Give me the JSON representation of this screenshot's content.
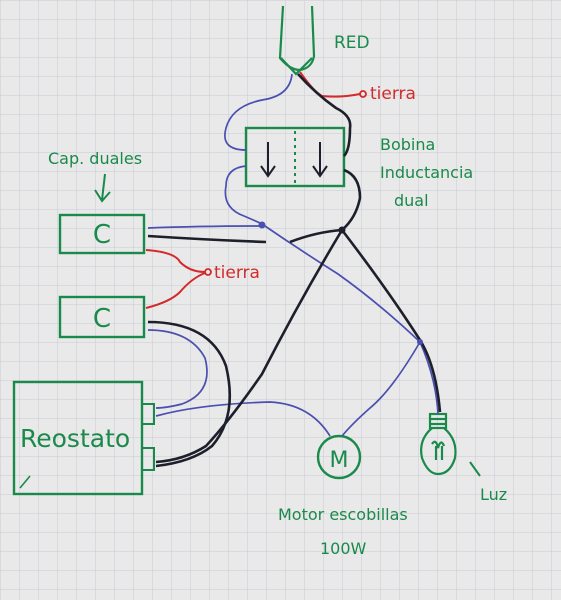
{
  "labels": {
    "red": "RED",
    "tierra_top": "tierra",
    "bobina_line1": "Bobina",
    "bobina_line2": "Inductancia",
    "bobina_line3": "dual",
    "cap_duales": "Cap. duales",
    "cap_top": "C",
    "cap_bottom": "C",
    "tierra_mid": "tierra",
    "reostato": "Reostato",
    "motor_symbol": "M",
    "motor_line1": "Motor escobillas",
    "motor_line2": "100W",
    "luz": "Luz"
  },
  "colors": {
    "paper": "#e9e9ea",
    "grid": "#c9cbd6",
    "green_ink": "#1a8a4a",
    "red_ink": "#d42a2a",
    "black_ink": "#1d1f2a",
    "blue_ink": "#4a4fb0"
  }
}
